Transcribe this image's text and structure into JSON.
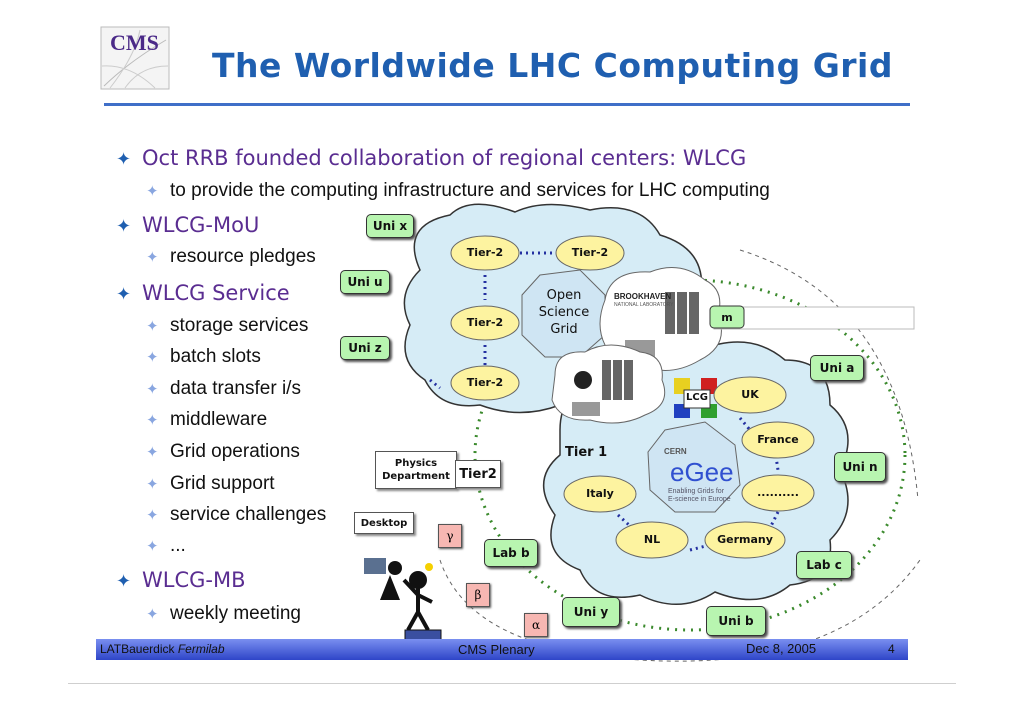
{
  "header": {
    "logo_text": "CMS",
    "title": "The Worldwide LHC Computing Grid"
  },
  "bullets": [
    {
      "text": "Oct RRB founded collaboration of regional centers: WLCG",
      "sub": [
        "to provide the computing infrastructure and services for LHC computing"
      ]
    },
    {
      "text": "WLCG-MoU",
      "sub": [
        "resource pledges"
      ]
    },
    {
      "text": "WLCG Service",
      "sub": [
        "storage services",
        "batch slots",
        "data transfer i/s",
        "middleware",
        "Grid operations",
        "Grid support",
        "service challenges",
        "..."
      ]
    },
    {
      "text": "WLCG-MB",
      "sub": [
        "weekly meeting"
      ]
    }
  ],
  "diagram": {
    "osg_tier2": [
      "Tier-2",
      "Tier-2",
      "Tier-2",
      "Tier-2"
    ],
    "osg_label": [
      "Open",
      "Science",
      "Grid"
    ],
    "brookhaven": "BROOKHAVEN",
    "brookhaven_sub": "NATIONAL LABORATORY",
    "lcg": "LCG",
    "cern": "CERN",
    "egee": "eGee",
    "egee_sub": [
      "Enabling Grids for",
      "E-science in Europe"
    ],
    "tier1": "Tier 1",
    "tier2": "Tier2",
    "countries": [
      "UK",
      "France",
      "..........",
      "Germany",
      "NL",
      "Italy"
    ],
    "m_label": "m",
    "uni": {
      "x": "Uni x",
      "u": "Uni u",
      "z": "Uni z",
      "a": "Uni a",
      "n": "Uni n",
      "b": "Uni b",
      "y": "Uni y"
    },
    "lab": {
      "b": "Lab b",
      "c": "Lab c"
    },
    "physics_dept": [
      "Physics",
      "Department"
    ],
    "desktop": "Desktop",
    "greek": [
      "γ",
      "β",
      "α"
    ]
  },
  "footer": {
    "author": "LATBauerdick",
    "org": "Fermilab",
    "center": "CMS Plenary",
    "date": "Dec 8, 2005",
    "page": "4"
  }
}
